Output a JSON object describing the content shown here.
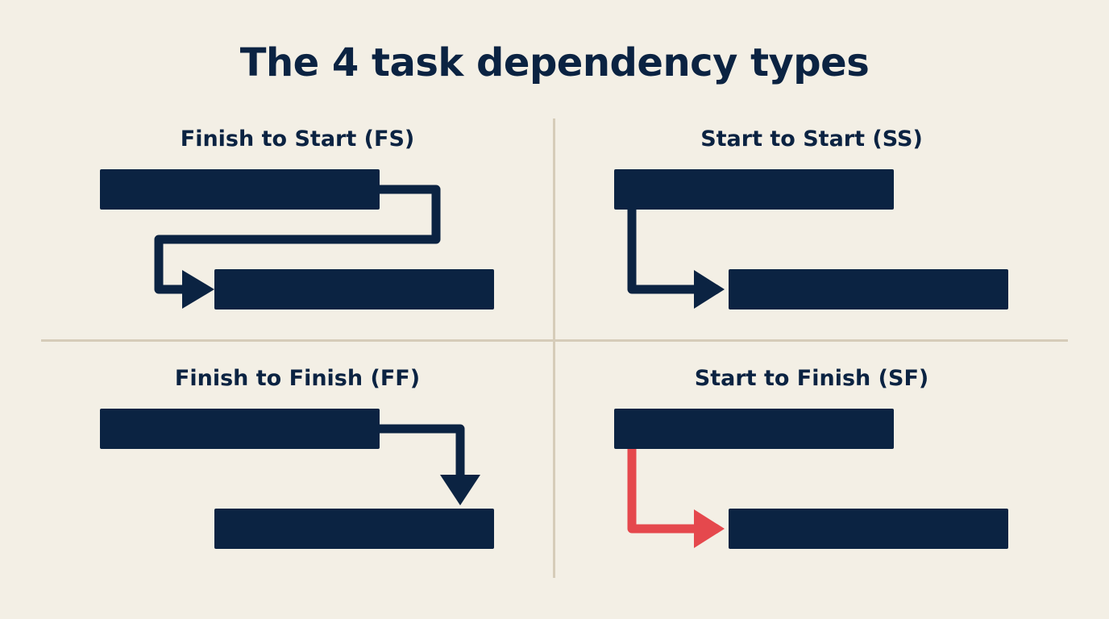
{
  "title": "The 4 task dependency types",
  "colors": {
    "background": "#f3efe5",
    "bar": "#0b2342",
    "connector": "#0b2342",
    "highlight_connector": "#e5484d",
    "divider": "#d6ccb9"
  },
  "quadrants": {
    "fs": {
      "label": "Finish to Start (FS)"
    },
    "ss": {
      "label": "Start to Start (SS)"
    },
    "ff": {
      "label": "Finish to Finish (FF)"
    },
    "sf": {
      "label": "Start to Finish (SF)"
    }
  }
}
